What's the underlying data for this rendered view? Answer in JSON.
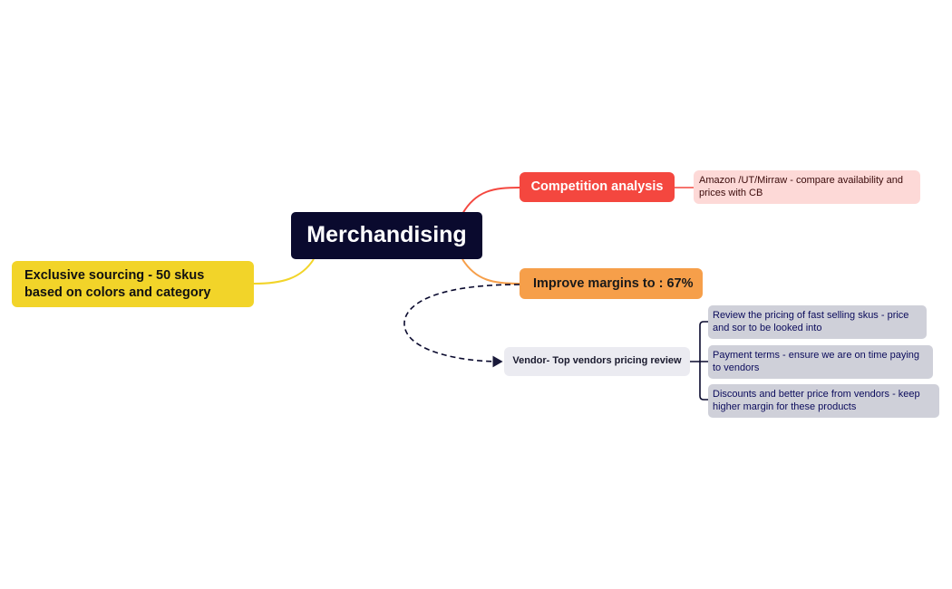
{
  "central": {
    "label": "Merchandising"
  },
  "branches": {
    "competition": {
      "label": "Competition analysis",
      "note": "Amazon /UT/Mirraw - compare availability and prices with CB",
      "color": "#f4473f"
    },
    "margins": {
      "label": "Improve margins to : 67%",
      "color": "#f69f4a",
      "vendor": {
        "label": "Vendor- Top vendors pricing review",
        "items": [
          "Review the pricing of fast selling skus - price and sor to be looked into",
          "Payment terms - ensure we are on time paying to vendors",
          "Discounts and better price from vendors - keep higher margin for these products"
        ]
      }
    },
    "exclusive": {
      "label": "Exclusive sourcing - 50 skus based on colors and category",
      "color": "#f2d429"
    }
  }
}
